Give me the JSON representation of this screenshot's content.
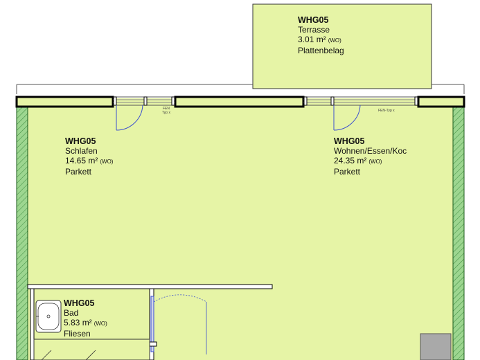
{
  "colors": {
    "floor": "#e6f4a6",
    "wall": "#000000",
    "insulation": "#9dd690",
    "fixture": "#a9a9a9"
  },
  "rooms": [
    {
      "code": "WHG05",
      "name": "Terrasse",
      "area": "3.01 m²",
      "area_suffix": "(WO)",
      "finish": "Plattenbelag"
    },
    {
      "code": "WHG05",
      "name": "Schlafen",
      "area": "14.65 m²",
      "area_suffix": "(WO)",
      "finish": "Parkett"
    },
    {
      "code": "WHG05",
      "name": "Wohnen/Essen/Koc",
      "area": "24.35 m²",
      "area_suffix": "(WO)",
      "finish": "Parkett"
    },
    {
      "code": "WHG05",
      "name": "Bad",
      "area": "5.83 m²",
      "area_suffix": "(WO)",
      "finish": "Fliesen"
    }
  ],
  "window_tags": [
    {
      "line1": "FEN",
      "line2": "Typ x"
    },
    {
      "line1": "FEN-Typ x",
      "line2": ""
    }
  ]
}
